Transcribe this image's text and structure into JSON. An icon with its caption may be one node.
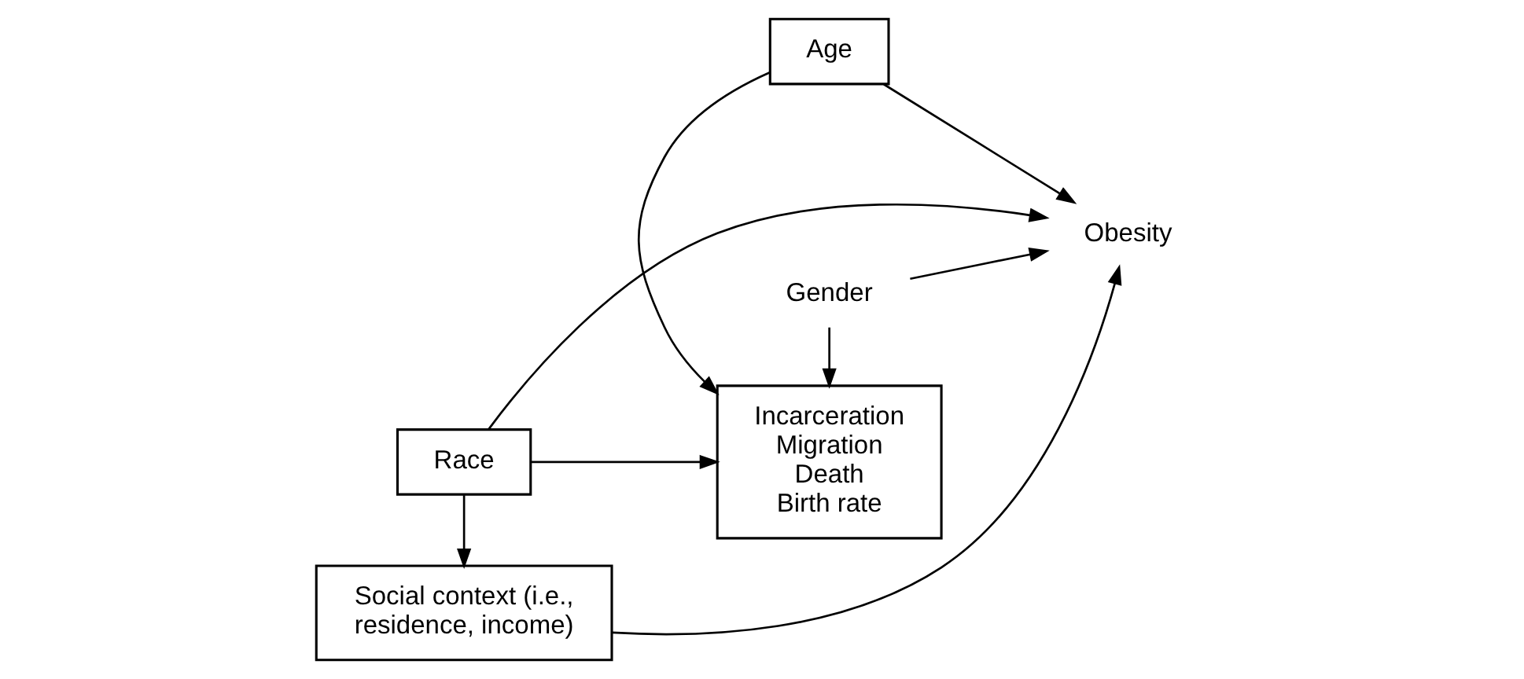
{
  "diagram": {
    "nodes": [
      {
        "text": [
          "Age"
        ]
      },
      {
        "text": [
          "Incarceration",
          "Migration",
          "Death",
          "Birth rate"
        ]
      },
      {
        "text": [
          "Race"
        ]
      },
      {
        "text": [
          "Social context (i.e., residence, income)"
        ]
      },
      {
        "text": [
          "Gender"
        ]
      },
      {
        "text": [
          "Obesity"
        ]
      }
    ],
    "edges": [
      {
        "from": 0,
        "to": 1,
        "arrow": "to"
      },
      {
        "from": 0,
        "to": 5,
        "arrow": "to"
      },
      {
        "from": 2,
        "to": 1,
        "arrow": "to"
      },
      {
        "from": 2,
        "to": 3,
        "arrow": "to"
      },
      {
        "from": 2,
        "to": 5,
        "arrow": "to"
      },
      {
        "from": 3,
        "to": 5,
        "arrow": "to"
      },
      {
        "from": 4,
        "to": 1,
        "arrow": "to"
      },
      {
        "from": 4,
        "to": 5,
        "arrow": "to"
      }
    ]
  }
}
